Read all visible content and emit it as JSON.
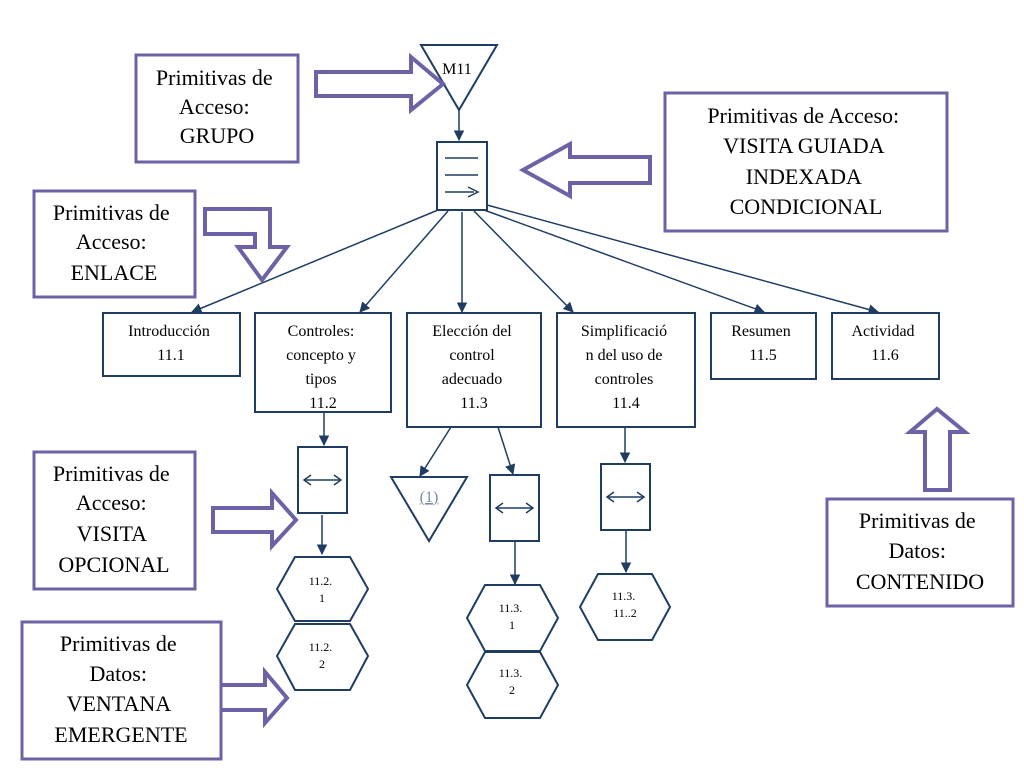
{
  "colors": {
    "navy": "#1f3d63",
    "purple": "#6b63a6",
    "link": "#7a8aa8"
  },
  "icons": {
    "menu_index": "menu-list-icon",
    "sequence": "double-arrow-icon"
  },
  "root": {
    "label": "M11"
  },
  "callouts": {
    "grupo": [
      "Primitivas de",
      "Acceso:",
      "GRUPO"
    ],
    "visita_guiada": [
      "Primitivas de Acceso:",
      "VISITA GUIADA",
      "INDEXADA",
      "CONDICIONAL"
    ],
    "enlace": [
      "Primitivas de",
      "Acceso:",
      "ENLACE"
    ],
    "visita_opcional": [
      "Primitivas de",
      "Acceso:",
      "VISITA",
      "OPCIONAL"
    ],
    "ventana": [
      "Primitivas de",
      "Datos:",
      "VENTANA",
      "EMERGENTE"
    ],
    "contenido": [
      "Primitivas de",
      "Datos:",
      "CONTENIDO"
    ]
  },
  "nodes": [
    {
      "id": "n1",
      "lines": [
        "Introducción",
        "11.1"
      ]
    },
    {
      "id": "n2",
      "lines": [
        "Controles:",
        "concepto y",
        "tipos",
        "11.2"
      ]
    },
    {
      "id": "n3",
      "lines": [
        "Elección del",
        "control",
        "adecuado",
        "11.3"
      ]
    },
    {
      "id": "n4",
      "lines": [
        "Simplificació",
        "n del uso de",
        "controles",
        "11.4"
      ]
    },
    {
      "id": "n5",
      "lines": [
        "Resumen",
        "11.5"
      ]
    },
    {
      "id": "n6",
      "lines": [
        "Actividad",
        "11.6"
      ]
    }
  ],
  "link_triangle": {
    "label": "(1)"
  },
  "hexagons": [
    {
      "id": "h1",
      "lines": [
        "11.2.",
        "1"
      ]
    },
    {
      "id": "h2",
      "lines": [
        "11.2.",
        "2"
      ]
    },
    {
      "id": "h3",
      "lines": [
        "11.3.",
        "1"
      ]
    },
    {
      "id": "h4",
      "lines": [
        "11.3.",
        "2"
      ]
    },
    {
      "id": "h5",
      "lines": [
        "11.3.",
        "11..2"
      ]
    }
  ]
}
